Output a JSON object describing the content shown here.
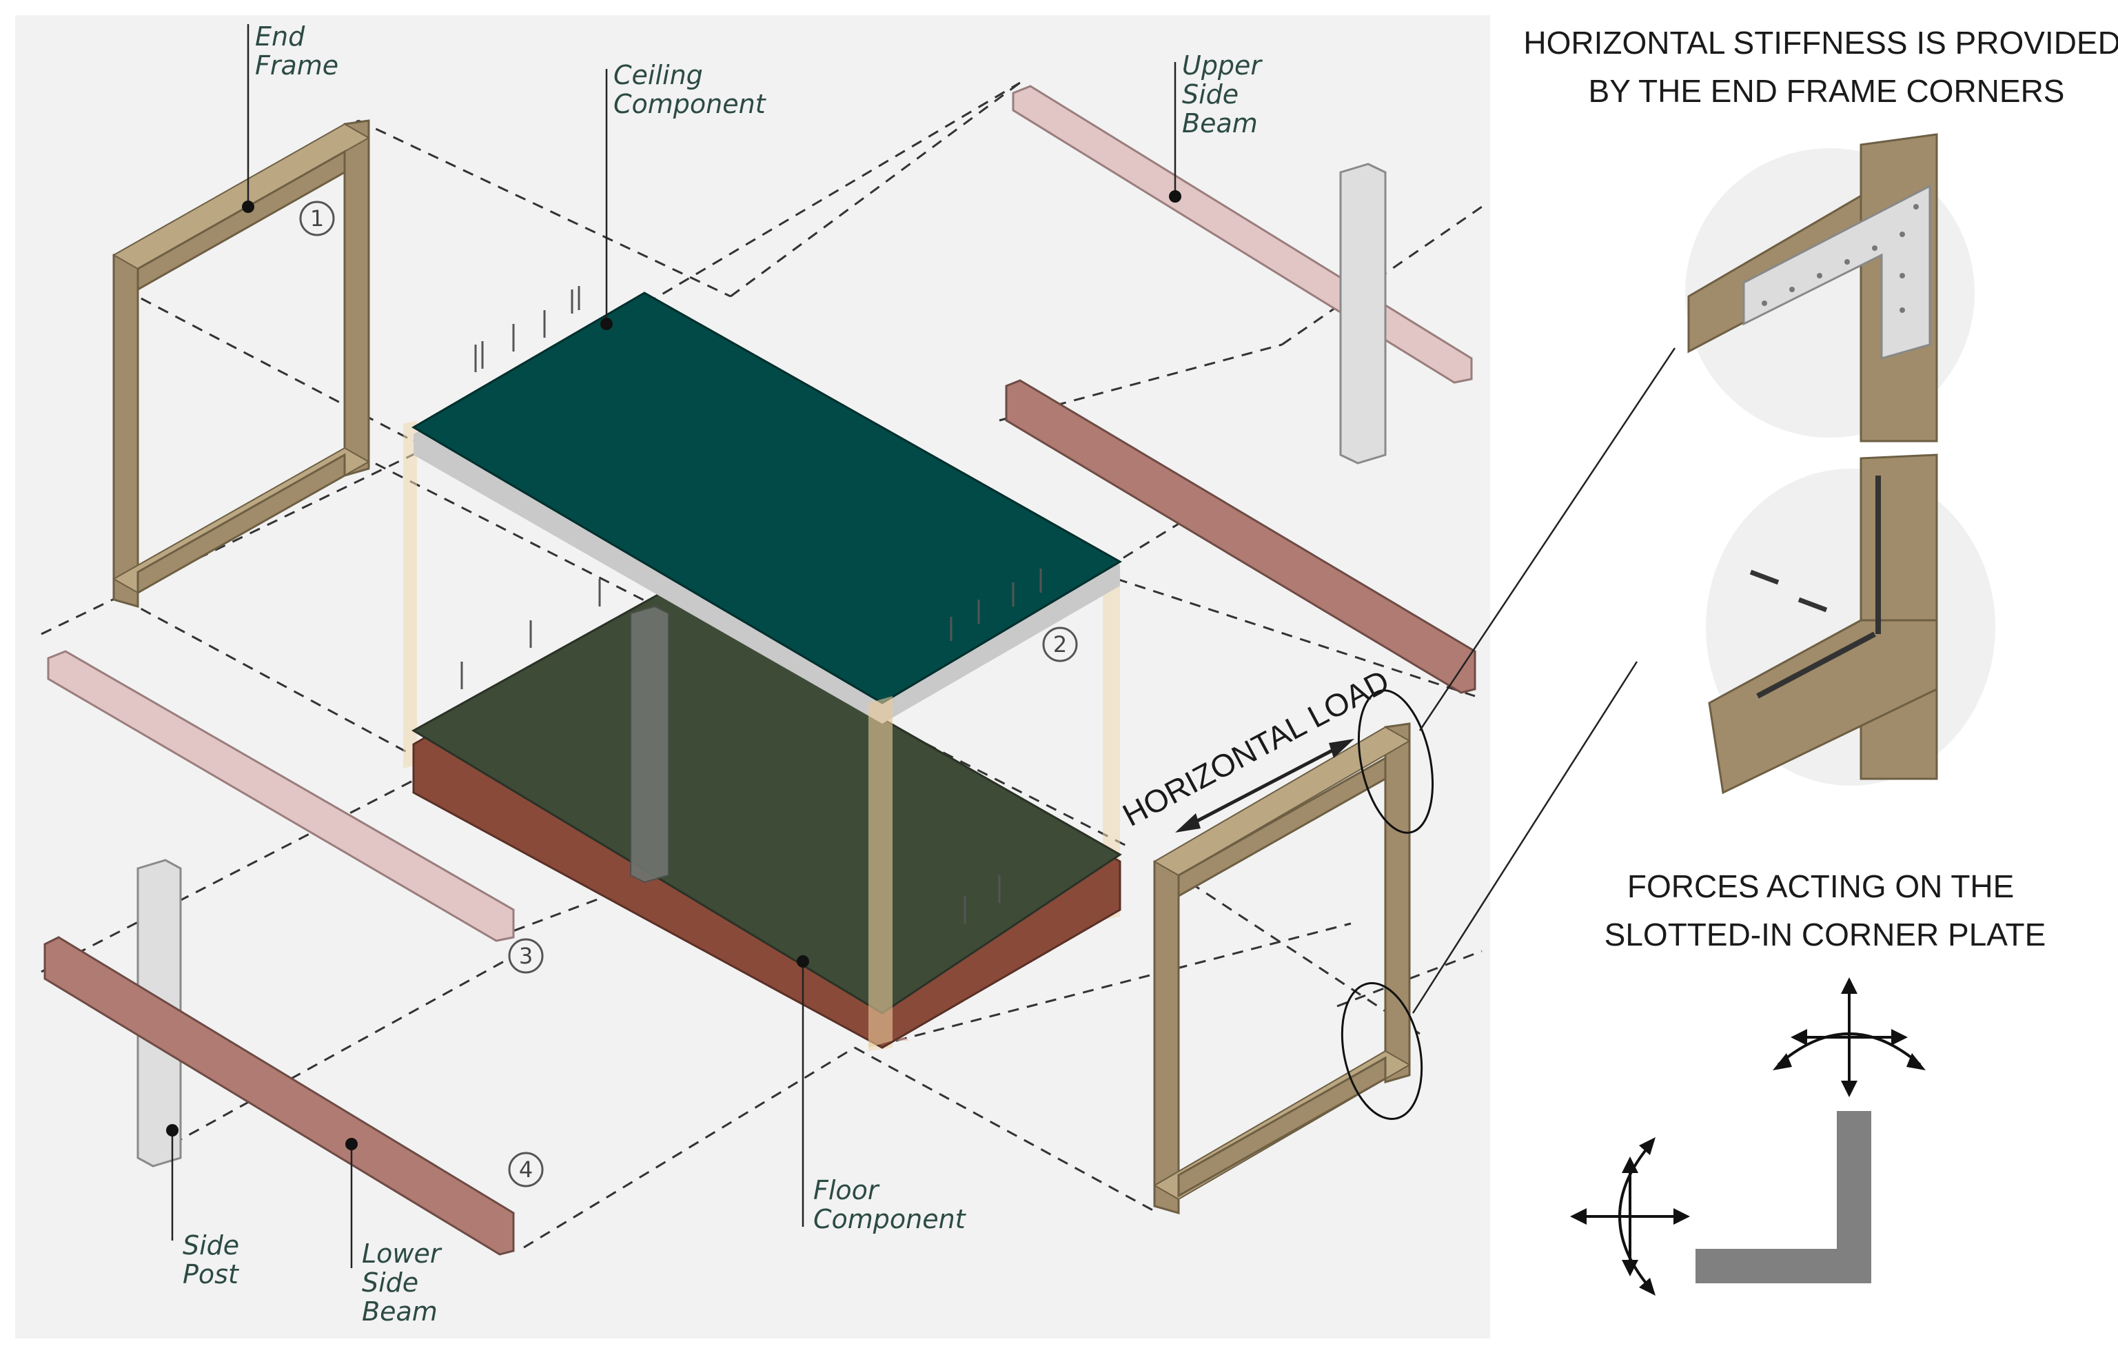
{
  "labels": {
    "end_frame": [
      "End",
      "Frame"
    ],
    "ceiling_component": [
      "Ceiling",
      "Component"
    ],
    "upper_side_beam": [
      "Upper",
      "Side",
      "Beam"
    ],
    "side_post": [
      "Side",
      "Post"
    ],
    "lower_side_beam": [
      "Lower",
      "Side",
      "Beam"
    ],
    "floor_component": [
      "Floor",
      "Component"
    ]
  },
  "numbers": [
    "1",
    "2",
    "3",
    "4"
  ],
  "horizontal_load": "HORIZONTAL LOAD",
  "caption_top": [
    "HORIZONTAL STIFFNESS IS PROVIDED",
    "BY THE END FRAME CORNERS"
  ],
  "caption_bottom": [
    "FORCES ACTING ON THE",
    "SLOTTED-IN CORNER  PLATE"
  ],
  "colors": {
    "ceiling": "#024a47",
    "floor": "#3e4b37",
    "floor_base": "#8a4a3a",
    "timber": "#a08c6a",
    "upper_beam": "#e2c6c6",
    "lower_beam": "#b07b72",
    "side_post": "#dedede",
    "plate": "#808080",
    "background_panel": "#f2f2f2"
  }
}
